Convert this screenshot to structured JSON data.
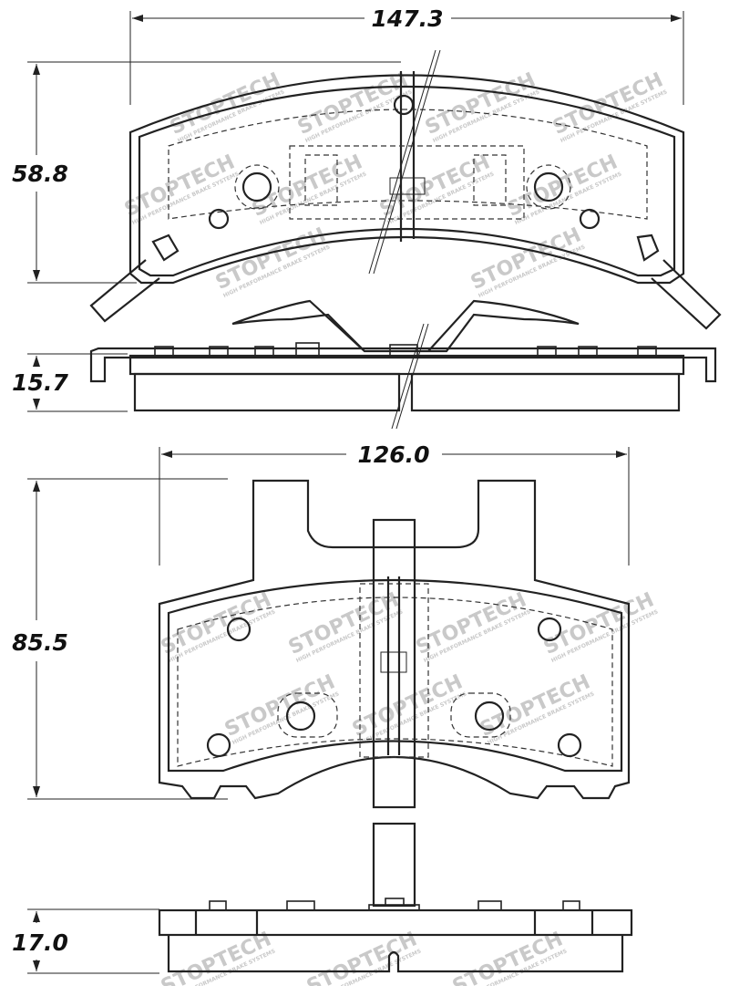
{
  "dimensions": {
    "top_pad_width": "147.3",
    "top_pad_height": "58.8",
    "top_pad_thickness": "15.7",
    "bottom_pad_width": "126.0",
    "bottom_pad_height": "85.5",
    "bottom_pad_thickness": "17.0"
  },
  "watermark": {
    "brand": "STOPTECH",
    "tagline": "HIGH PERFORMANCE BRAKE SYSTEMS"
  }
}
